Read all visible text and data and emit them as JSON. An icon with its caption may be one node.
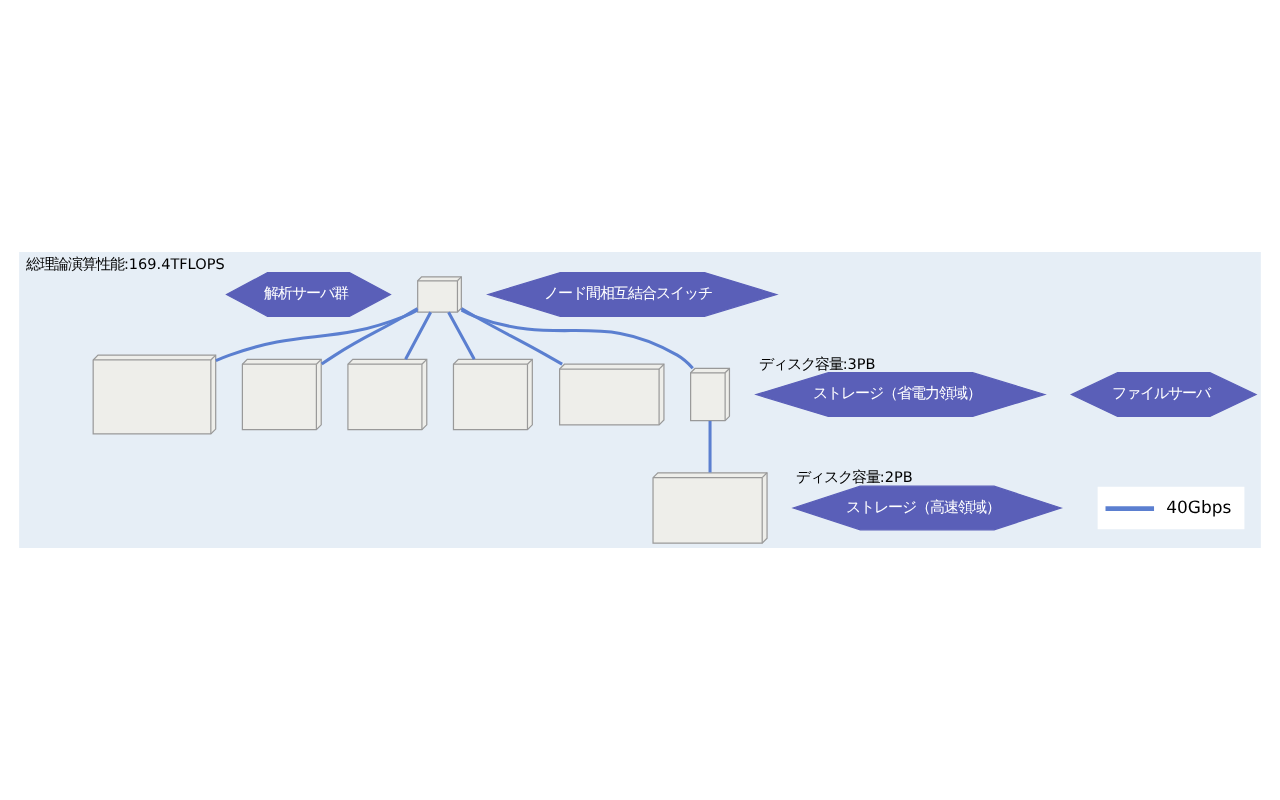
{
  "diagram": {
    "nodes": [
      {
        "text": [
          "解析サーバ群"
        ],
        "beside": [
          "総理論演算性能:169.4TFLOPS"
        ]
      },
      {
        "text": [],
        "shape": "picture"
      },
      {
        "text": [],
        "shape": "picture"
      },
      {
        "text": [],
        "shape": "picture"
      },
      {
        "text": [],
        "shape": "picture"
      },
      {
        "text": [],
        "shape": "picture"
      },
      {
        "text": [
          "ノード間相互結合スイッチ"
        ]
      },
      {
        "text": [
          "ストレージ（省電力領域）"
        ],
        "beside": [
          "ディスク容量:3PB"
        ]
      },
      {
        "text": [],
        "shape": "picture"
      },
      {
        "text": [
          "ファイルサーバ"
        ]
      },
      {
        "text": [],
        "shape": "picture"
      },
      {
        "text": [
          "ストレージ（高速領域）"
        ],
        "beside": [
          "ディスク容量:2PB"
        ]
      },
      {
        "text": [],
        "shape": "picture"
      }
    ],
    "edges": [
      {
        "from": 5,
        "to": 1,
        "arrow": "none"
      },
      {
        "from": 5,
        "to": 2,
        "arrow": "none"
      },
      {
        "from": 5,
        "to": 3,
        "arrow": "none"
      },
      {
        "from": 5,
        "to": 4,
        "arrow": "none"
      },
      {
        "from": 5,
        "to": 8,
        "arrow": "none"
      },
      {
        "from": 5,
        "to": 10,
        "arrow": "none"
      },
      {
        "from": 10,
        "to": 12,
        "arrow": "none"
      }
    ],
    "legend": [
      {
        "text": "40Gbps"
      }
    ]
  }
}
